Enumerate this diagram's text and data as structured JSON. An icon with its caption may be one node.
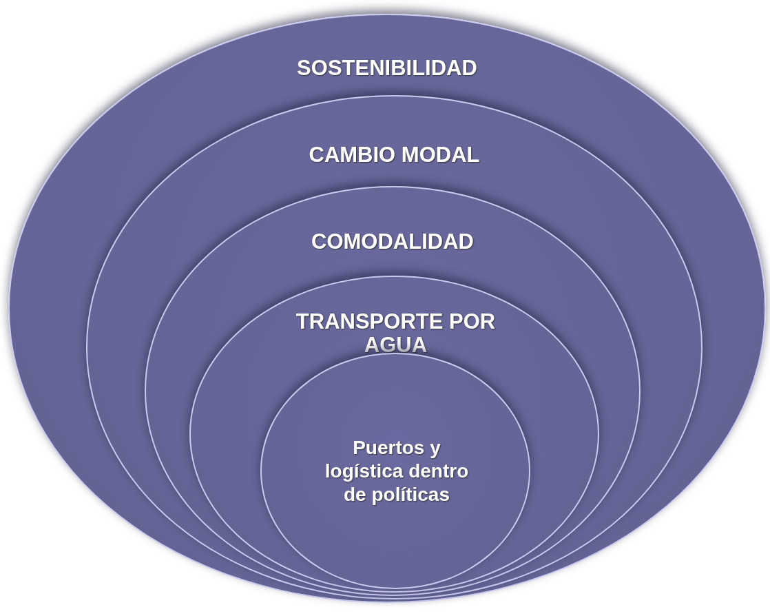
{
  "diagram": {
    "nodes": [
      {
        "text": [
          "SOSTENIBILIDAD"
        ]
      },
      {
        "text": [
          "CAMBIO MODAL"
        ],
        "in": 0
      },
      {
        "text": [
          "COMODALIDAD"
        ],
        "in": 1
      },
      {
        "text": [
          "TRANSPORTE POR AGUA"
        ],
        "in": 2
      },
      {
        "text": [
          "Puertos y logística dentro de políticas"
        ],
        "in": 3
      }
    ]
  }
}
